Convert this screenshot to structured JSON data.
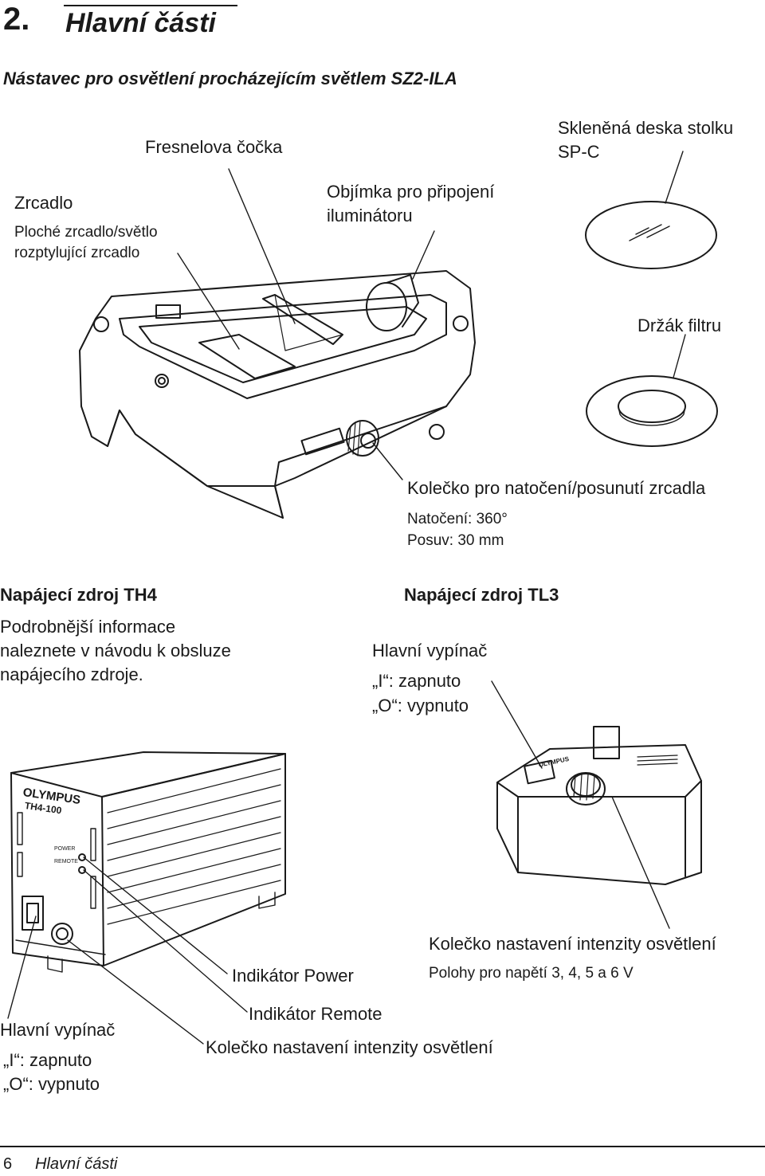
{
  "header": {
    "chapter_number": "2.",
    "chapter_title": "Hlavní části"
  },
  "section_title": "Nástavec pro osvětlení procházejícím světlem SZ2-ILA",
  "illuminator_labels": {
    "fresnel_lens": "Fresnelova čočka",
    "glass_plate_line1": "Skleněná deska stolku",
    "glass_plate_line2": "SP-C",
    "mirror": "Zrcadlo",
    "mirror_sub_line1": "Ploché zrcadlo/světlo",
    "mirror_sub_line2": "rozptylující zrcadlo",
    "mount_line1": "Objímka pro připojení",
    "mount_line2": "iluminátoru",
    "filter_holder": "Držák filtru",
    "knob_title": "Kolečko pro natočení/posunutí zrcadla",
    "knob_rotation": "Natočení: 360°",
    "knob_shift": "Posuv: 30 mm"
  },
  "th4": {
    "title": "Napájecí zdroj TH4",
    "info_line1": "Podrobnější informace",
    "info_line2": "naleznete v návodu k obsluze",
    "info_line3": "napájecího zdroje.",
    "brand": "OLYMPUS",
    "model": "TH4-100",
    "power_led": "POWER",
    "remote_led": "REMOTE",
    "indicator_power": "Indikátor Power",
    "indicator_remote": "Indikátor Remote",
    "intensity_knob": "Kolečko nastavení intenzity osvětlení",
    "main_switch": "Hlavní vypínač",
    "switch_on": "„I“: zapnuto",
    "switch_off": "„O“: vypnuto"
  },
  "tl3": {
    "title": "Napájecí zdroj TL3",
    "main_switch": "Hlavní vypínač",
    "switch_on": "„I“: zapnuto",
    "switch_off": "„O“: vypnuto",
    "brand": "OLYMPUS",
    "intensity_knob": "Kolečko nastavení intenzity osvětlení",
    "voltage_positions": "Polohy pro napětí 3, 4, 5 a 6 V"
  },
  "footer": {
    "page_number": "6",
    "running_title": "Hlavní části"
  }
}
